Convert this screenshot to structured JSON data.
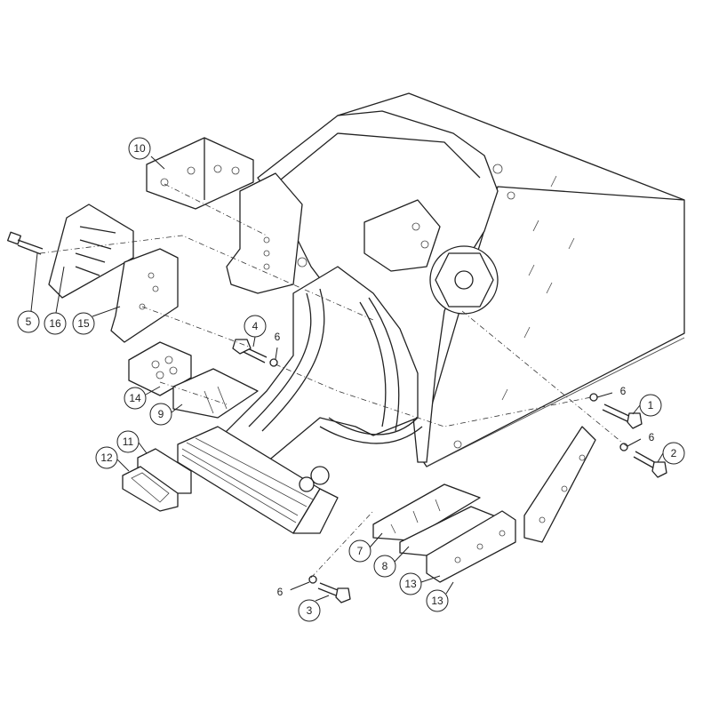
{
  "diagram": {
    "type": "exploded-parts-view",
    "highlight_color": "#F4955E",
    "highlight_text_color": "#8a4a26",
    "callouts": [
      {
        "label": "10",
        "highlighted": false
      },
      {
        "label": "5",
        "highlighted": false
      },
      {
        "label": "16",
        "highlighted": false
      },
      {
        "label": "15",
        "highlighted": false
      },
      {
        "label": "4",
        "highlighted": false
      },
      {
        "label": "6",
        "highlighted": true
      },
      {
        "label": "14",
        "highlighted": false
      },
      {
        "label": "9",
        "highlighted": false
      },
      {
        "label": "11",
        "highlighted": false
      },
      {
        "label": "12",
        "highlighted": false
      },
      {
        "label": "6",
        "highlighted": true
      },
      {
        "label": "1",
        "highlighted": false
      },
      {
        "label": "6",
        "highlighted": true
      },
      {
        "label": "2",
        "highlighted": false
      },
      {
        "label": "7",
        "highlighted": false
      },
      {
        "label": "8",
        "highlighted": false
      },
      {
        "label": "13",
        "highlighted": false
      },
      {
        "label": "13",
        "highlighted": false
      },
      {
        "label": "6",
        "highlighted": true
      },
      {
        "label": "3",
        "highlighted": false
      }
    ]
  }
}
